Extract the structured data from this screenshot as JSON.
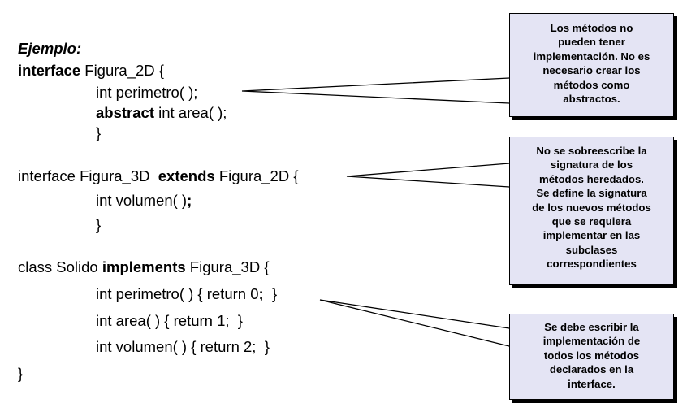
{
  "code": {
    "title": "Ejemplo:",
    "l1": {
      "kw": "interface",
      "rest": " Figura_2D {"
    },
    "l2": "int perimetro( );",
    "l3": {
      "kw": "abstract",
      "rest": " int area( );"
    },
    "l4": "}",
    "l5": {
      "pre": "interface Figura_3D  ",
      "kw": "extends",
      "rest": " Figura_2D {"
    },
    "l6": {
      "pre": "int volumen( )",
      "kw": ";"
    },
    "l7": "}",
    "l8": {
      "pre": "class Solido ",
      "kw": "implements",
      "rest": " Figura_3D {"
    },
    "l9": {
      "pre": "int perimetro( ) { return 0",
      "kw": ";",
      "rest": "  }"
    },
    "l10": "int area( ) { return 1;  }",
    "l11": "int volumen( ) { return 2;  }",
    "l12": "}"
  },
  "callouts": {
    "c1": [
      "Los métodos no",
      "pueden tener",
      "implementación.  No es",
      "necesario crear los",
      "métodos como",
      "abstractos."
    ],
    "c2": [
      "No se sobreescribe la",
      "signatura de los",
      "métodos heredados.",
      "Se define la signatura",
      "de los nuevos métodos",
      "que se requiera",
      "implementar en las",
      "subclases",
      "correspondientes"
    ],
    "c3": [
      "Se debe escribir la",
      "implementación de",
      "todos los métodos",
      "declarados en la",
      "interface."
    ]
  }
}
